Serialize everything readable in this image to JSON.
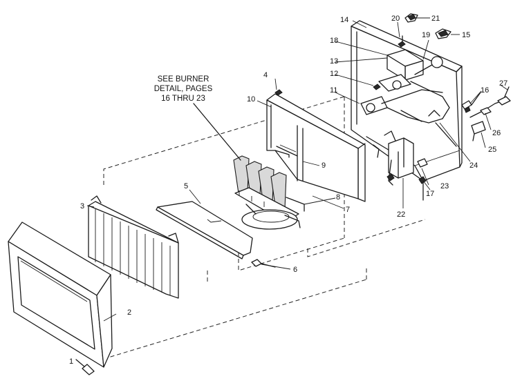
{
  "note": {
    "line1": "SEE BURNER",
    "line2": "DETAIL, PAGES",
    "line3": "16 THRU 23"
  },
  "callouts": [
    "1",
    "2",
    "3",
    "4",
    "5",
    "6",
    "7",
    "8",
    "9",
    "10",
    "11",
    "12",
    "13",
    "14",
    "15",
    "16",
    "17",
    "18",
    "19",
    "20",
    "21",
    "22",
    "23",
    "24",
    "25",
    "26",
    "27"
  ]
}
